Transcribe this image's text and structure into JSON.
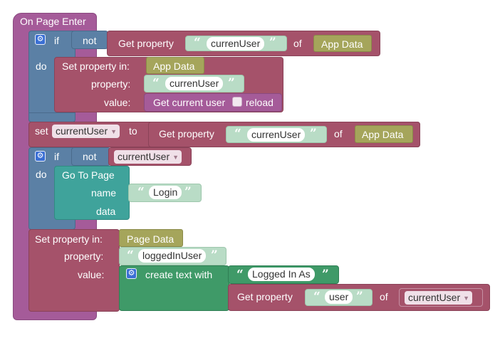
{
  "hat": {
    "label": "On Page Enter"
  },
  "if1": {
    "if_label": "if",
    "not_label": "not",
    "get_label": "Get property",
    "prop": "currenUser",
    "of_label": "of",
    "source": "App Data",
    "do_label": "do"
  },
  "setin1": {
    "label": "Set property in:",
    "target": "App Data",
    "property_label": "property:",
    "property": "currenUser",
    "value_label": "value:",
    "value_block": "Get current user",
    "reload_label": "reload"
  },
  "setvar": {
    "set_label": "set",
    "var": "currentUser",
    "to_label": "to",
    "get_label": "Get property",
    "prop": "currenUser",
    "of_label": "of",
    "source": "App Data"
  },
  "if2": {
    "if_label": "if",
    "not_label": "not",
    "var": "currentUser",
    "do_label": "do"
  },
  "gotopage": {
    "label": "Go To Page",
    "name_label": "name",
    "name": "Login",
    "data_label": "data"
  },
  "setin2": {
    "label": "Set property in:",
    "target": "Page Data",
    "property_label": "property:",
    "property": "loggedInUser",
    "value_label": "value:",
    "create_label": "create text with",
    "text1": "Logged In As",
    "get_label": "Get property",
    "prop": "user",
    "of_label": "of",
    "var": "currentUser"
  },
  "quote_open": "“",
  "quote_close": "”",
  "icons": {
    "mutator": "gear-icon",
    "dropdown": "dropdown-arrow-icon"
  },
  "colors": {
    "event": "#a55b99",
    "logic": "#5b80a5",
    "variables": "#a5526a",
    "data": "#a5a55b",
    "text": "#b9dcc6",
    "navigation": "#3fa39b",
    "text_join": "#3f9a68"
  }
}
